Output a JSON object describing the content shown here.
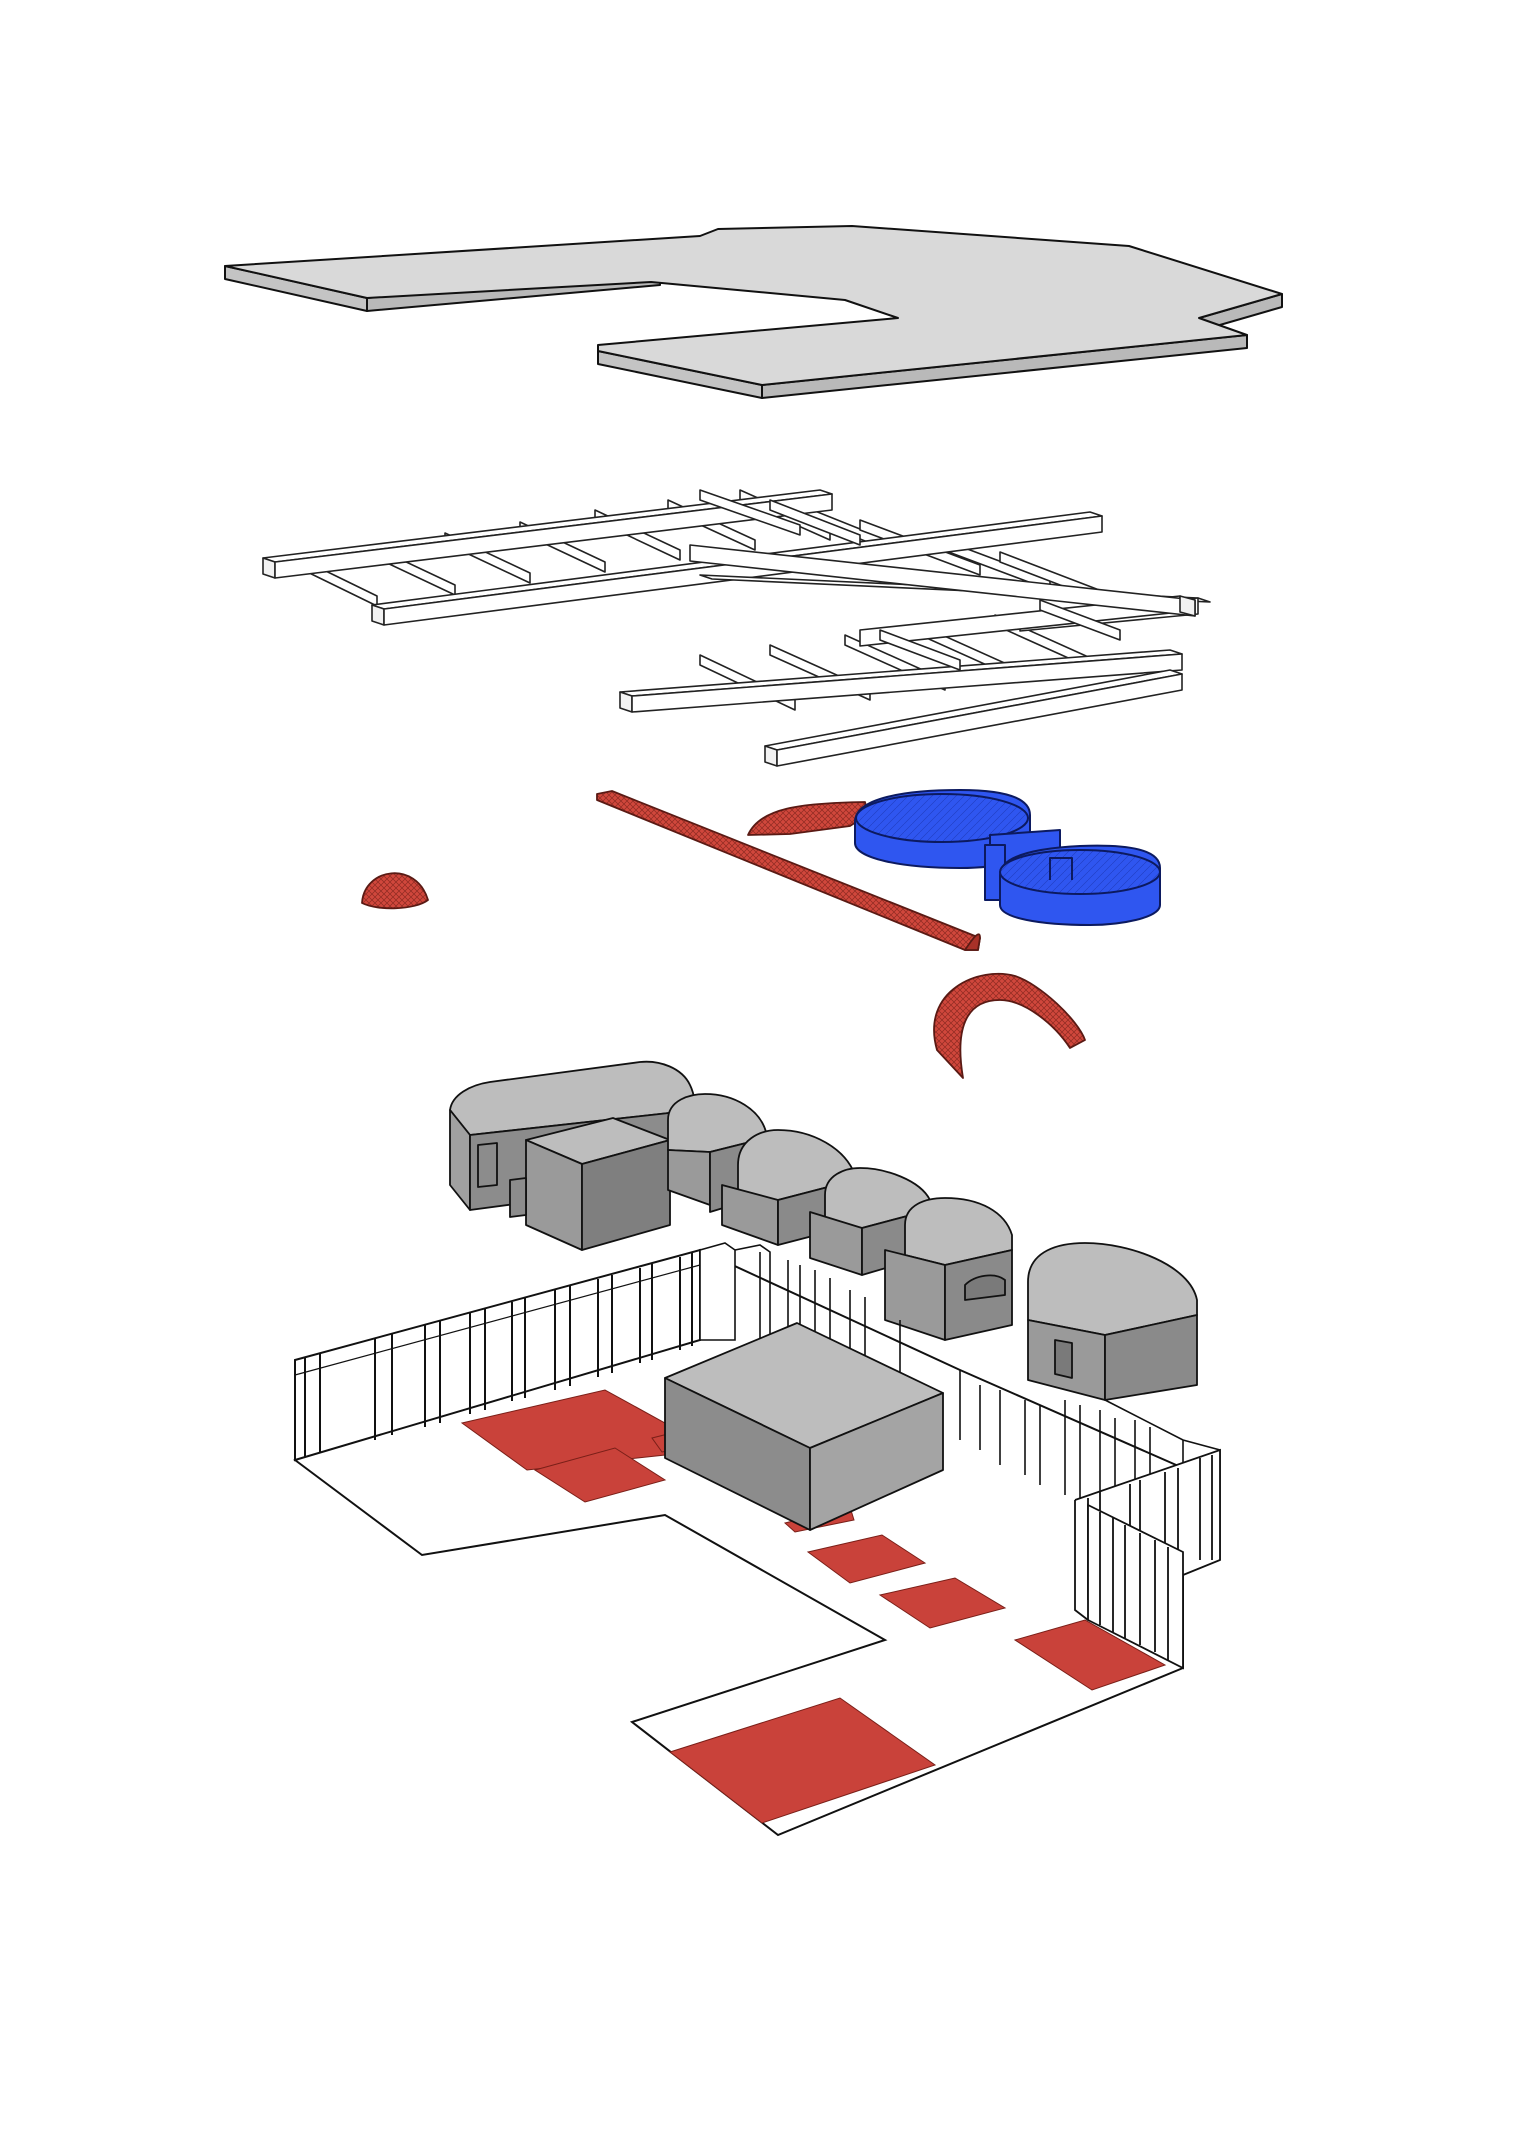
{
  "diagram": {
    "kind": "exploded axonometric architectural diagram",
    "layers": [
      {
        "id": "roof-slab",
        "color": "#d9d9d9"
      },
      {
        "id": "roof-beam-grid",
        "color": "#ffffff"
      },
      {
        "id": "accent-elements",
        "colors": {
          "vault": "#d0473c",
          "pool": "#2f56f0"
        }
      },
      {
        "id": "vaulted-volumes",
        "color": "#9e9e9e"
      },
      {
        "id": "ground-floor-plan",
        "colors": {
          "floor_patch": "#c9423a",
          "outline": "#000000"
        }
      }
    ]
  },
  "colors": {
    "line": "#111111",
    "slab_top": "#d9d9d9",
    "slab_side": "#c7c7c7",
    "volume_top": "#bdbdbd",
    "volume_front": "#8c8c8c",
    "volume_side": "#a8a8a8",
    "red": "#c9423a",
    "red_dark": "#8e2a22",
    "blue": "#2f56f0",
    "blue_dark": "#1a33a8"
  }
}
